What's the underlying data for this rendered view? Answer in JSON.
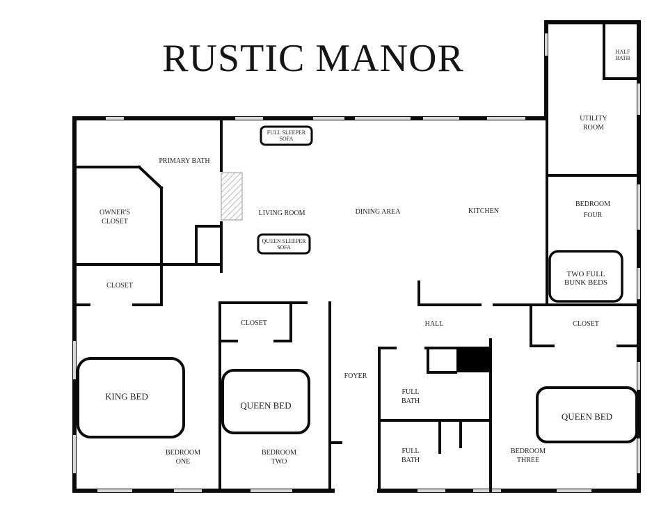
{
  "title": "RUSTIC MANOR",
  "colors": {
    "wall": "#0b0b0b",
    "window": "#d7d7d7",
    "fireplace": "#888888",
    "accent_block": "#000000"
  },
  "rooms": {
    "half_bath": [
      "HALF",
      "BATH"
    ],
    "utility_room": [
      "UTILITY",
      "ROOM"
    ],
    "primary_bath": "PRIMARY BATH",
    "owners_closet": [
      "OWNER'S",
      "CLOSET"
    ],
    "closet_primary": "CLOSET",
    "living_room": "LIVING ROOM",
    "dining_area": "DINING AREA",
    "kitchen": "KITCHEN",
    "bedroom_four": [
      "BEDROOM",
      "FOUR"
    ],
    "hall": "HALL",
    "closet_two": "CLOSET",
    "closet_three": "CLOSET",
    "foyer": "FOYER",
    "full_bath_upper": [
      "FULL",
      "BATH"
    ],
    "full_bath_lower": [
      "FULL",
      "BATH"
    ],
    "bedroom_one": [
      "BEDROOM",
      "ONE"
    ],
    "bedroom_two": [
      "BEDROOM",
      "TWO"
    ],
    "bedroom_three": [
      "BEDROOM",
      "THREE"
    ]
  },
  "furniture": {
    "full_sleeper_sofa": [
      "FULL SLEEPER",
      "SOFA"
    ],
    "queen_sleeper_sofa": [
      "QUEEN SLEEPER",
      "SOFA"
    ],
    "two_full_bunk_beds": [
      "TWO FULL",
      "BUNK BEDS"
    ],
    "king_bed": "KING BED",
    "queen_bed_two": "QUEEN BED",
    "queen_bed_three": "QUEEN BED"
  }
}
